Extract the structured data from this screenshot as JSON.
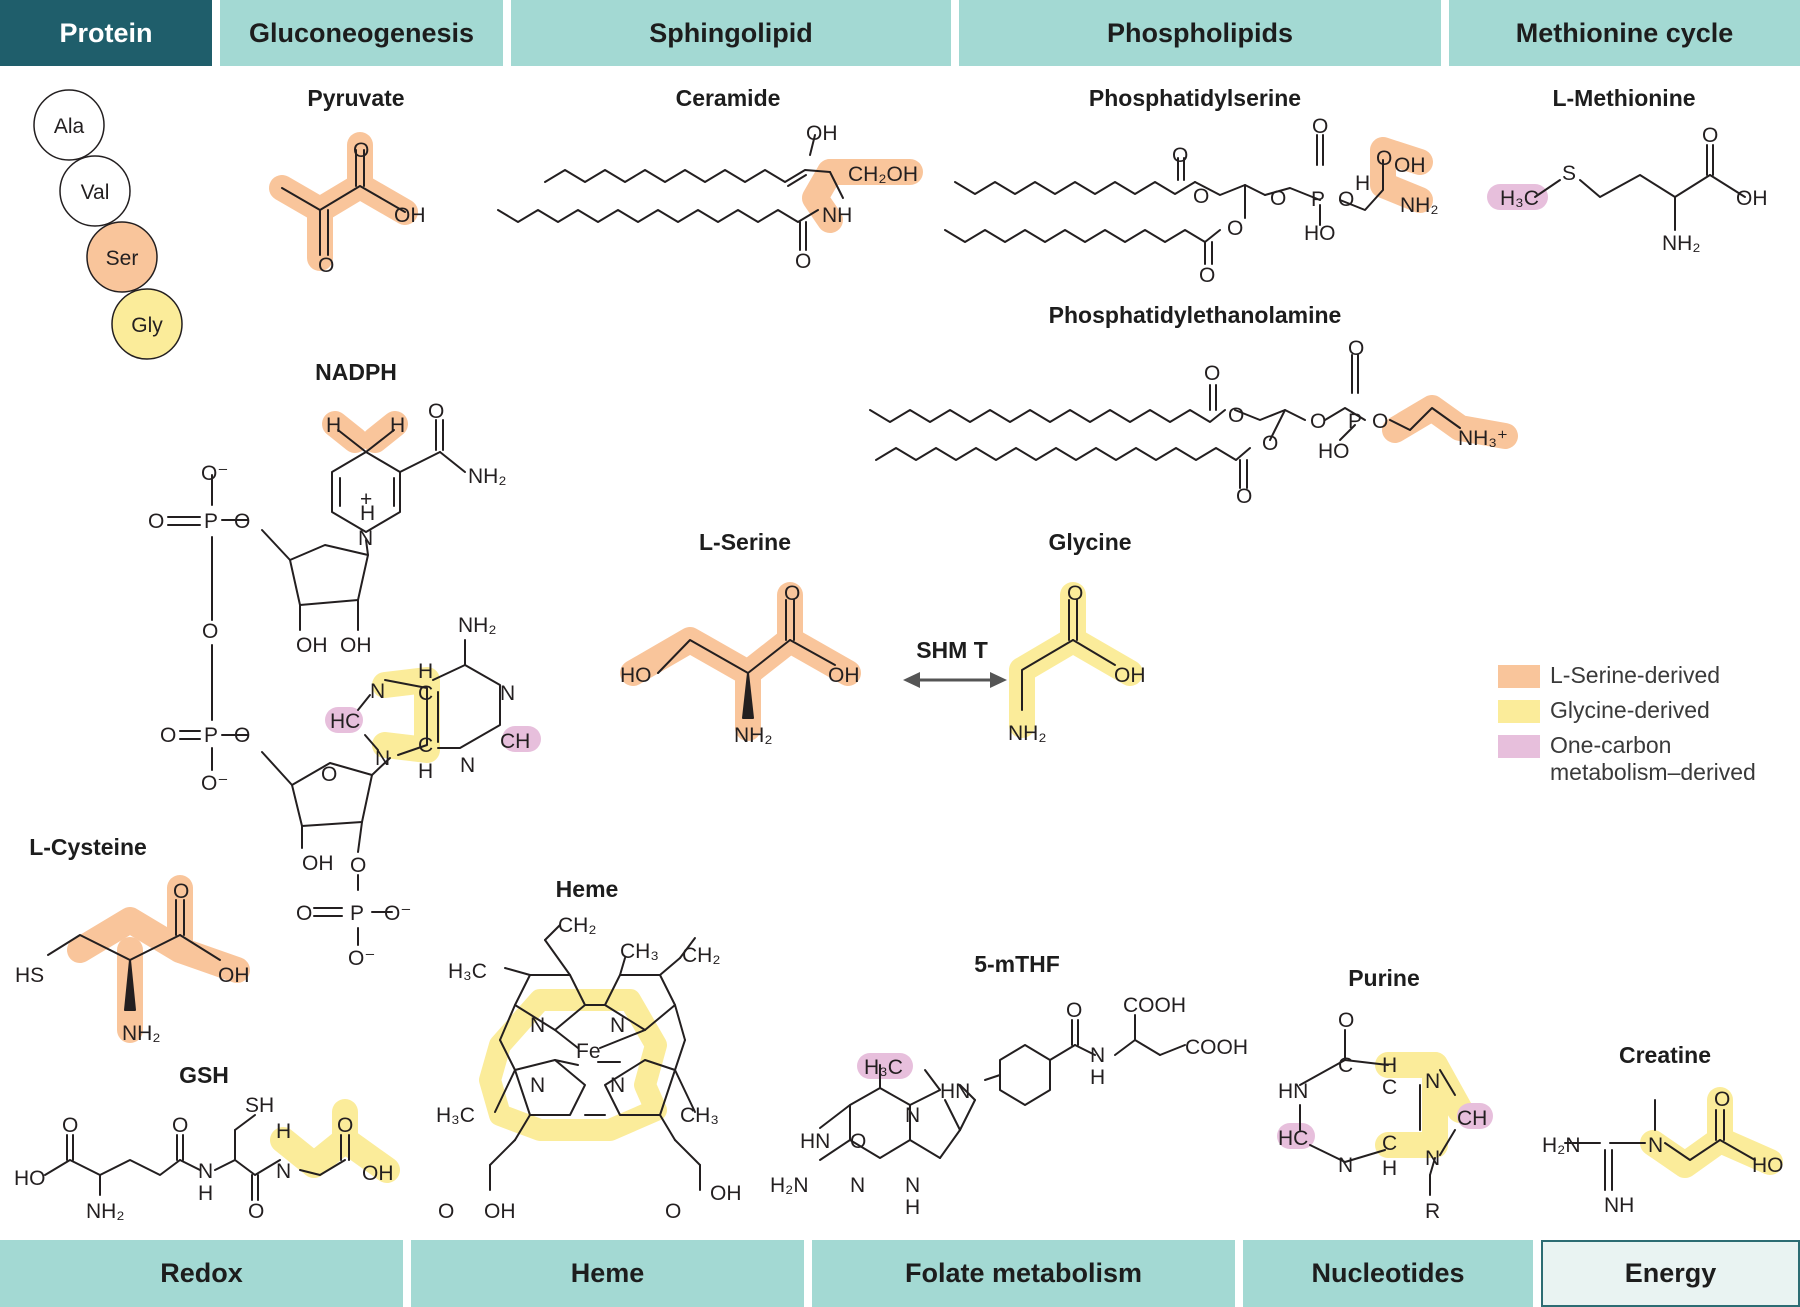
{
  "top_tabs": [
    "Protein",
    "Gluconeogenesis",
    "Sphingolipid",
    "Phospholipids",
    "Methionine cycle"
  ],
  "bottom_tabs": [
    "Redox",
    "Heme",
    "Folate metabolism",
    "Nucleotides",
    "Energy"
  ],
  "amino_acids": [
    "Ala",
    "Val",
    "Ser",
    "Gly"
  ],
  "molecules": {
    "pyruvate": "Pyruvate",
    "ceramide": "Ceramide",
    "phosphatidylserine": "Phosphatidylserine",
    "methionine": "L-Methionine",
    "phosphatidylethanolamine": "Phosphatidylethanolamine",
    "nadph": "NADPH",
    "serine": "L-Serine",
    "glycine": "Glycine",
    "cysteine": "L-Cysteine",
    "gsh": "GSH",
    "heme": "Heme",
    "mthf": "5-mTHF",
    "purine": "Purine",
    "creatine": "Creatine"
  },
  "enzyme_label": "SHM T",
  "legend": [
    {
      "label": "L-Serine-derived",
      "color": "#f9c59b"
    },
    {
      "label": "Glycine-derived",
      "color": "#fbec9a"
    },
    {
      "label": "One-carbon metabolism–derived",
      "color": "#e7bfdc"
    }
  ],
  "colors": {
    "serine": "#f9c59b",
    "glycine": "#fbec9a",
    "one_carbon": "#e7bfdc",
    "tab": "#a3d9d3",
    "tab_dark": "#1f5e6b"
  },
  "atom_labels": {
    "O": "O",
    "OH": "OH",
    "HO": "HO",
    "NH": "NH",
    "HN": "HN",
    "N": "N",
    "H": "H",
    "S": "S",
    "SH": "SH",
    "HS": "HS",
    "P": "P",
    "Fe": "Fe",
    "R": "R",
    "NH2": "NH₂",
    "H2N": "H₂N",
    "NH3": "NH₃⁺",
    "CH2OH": "CH₂OH",
    "H3C": "H₃C",
    "CH3": "CH₃",
    "CH2": "CH₂",
    "HC": "HC",
    "CH": "CH",
    "C": "C",
    "COOH": "COOH",
    "Ominus": "O⁻",
    "plus": "+",
    "NH_": "NH",
    "Ominus2": "O⁻"
  }
}
